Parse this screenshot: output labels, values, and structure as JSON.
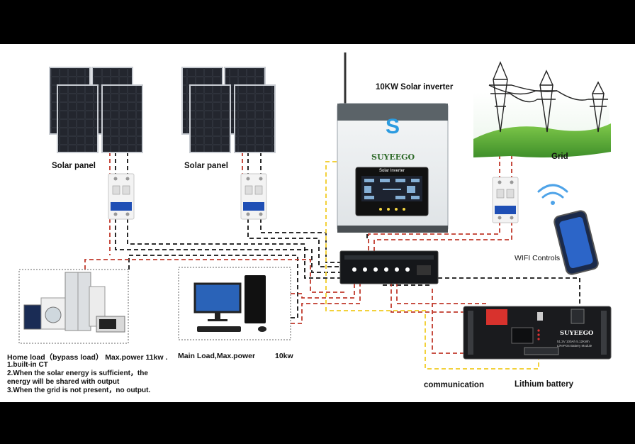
{
  "labels": {
    "solar_panel_left": "Solar panel",
    "solar_panel_right": "Solar panel",
    "inverter_title": "10KW Solar inverter",
    "grid": "Grid",
    "wifi": "WIFI Controls",
    "communication": "communication",
    "battery": "Lithium battery",
    "main_load": "Main Load,Max.power",
    "main_load_power": "10kw"
  },
  "home_load": {
    "title": "Home load（bypass load） Max.power 11kw .",
    "notes": [
      "1.built-in CT",
      "2.When the solar energy is sufficient，the",
      "energy will be shared with output",
      "3.When the grid is not present，no output."
    ]
  },
  "inverter": {
    "logo_letter": "S",
    "brand": "SUYEEGO",
    "screen_title": "Solar Inverter"
  },
  "battery_unit": {
    "brand": "SUYEEGO",
    "spec_line1": "51.2V 100Ah  5.12KWh",
    "spec_line2": "LiFePO4 Battery Module"
  },
  "colors": {
    "ac_red": "#c0392b",
    "dc_black": "#111111",
    "comm_yellow": "#f2d13b"
  }
}
